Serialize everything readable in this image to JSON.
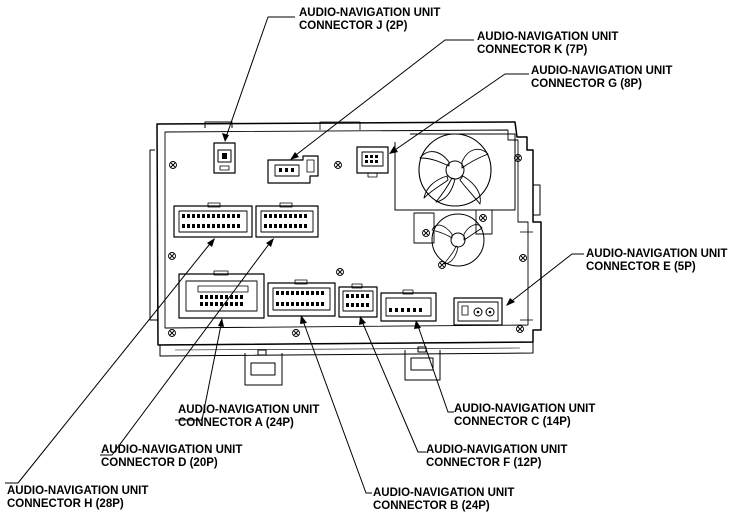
{
  "callouts": {
    "j": {
      "line1": "AUDIO-NAVIGATION UNIT",
      "line2": "CONNECTOR J (2P)"
    },
    "k": {
      "line1": "AUDIO-NAVIGATION UNIT",
      "line2": "CONNECTOR K (7P)"
    },
    "g": {
      "line1": "AUDIO-NAVIGATION UNIT",
      "line2": "CONNECTOR G (8P)"
    },
    "e": {
      "line1": "AUDIO-NAVIGATION UNIT",
      "line2": "CONNECTOR E (5P)"
    },
    "a": {
      "line1": "AUDIO-NAVIGATION UNIT",
      "line2": "CONNECTOR A (24P)"
    },
    "c": {
      "line1": "AUDIO-NAVIGATION UNIT",
      "line2": "CONNECTOR C (14P)"
    },
    "d": {
      "line1": "AUDIO-NAVIGATION UNIT",
      "line2": "CONNECTOR D (20P)"
    },
    "f": {
      "line1": "AUDIO-NAVIGATION UNIT",
      "line2": "CONNECTOR F (12P)"
    },
    "h": {
      "line1": "AUDIO-NAVIGATION UNIT",
      "line2": "CONNECTOR H (28P)"
    },
    "b": {
      "line1": "AUDIO-NAVIGATION UNIT",
      "line2": "CONNECTOR B (24P)"
    }
  }
}
